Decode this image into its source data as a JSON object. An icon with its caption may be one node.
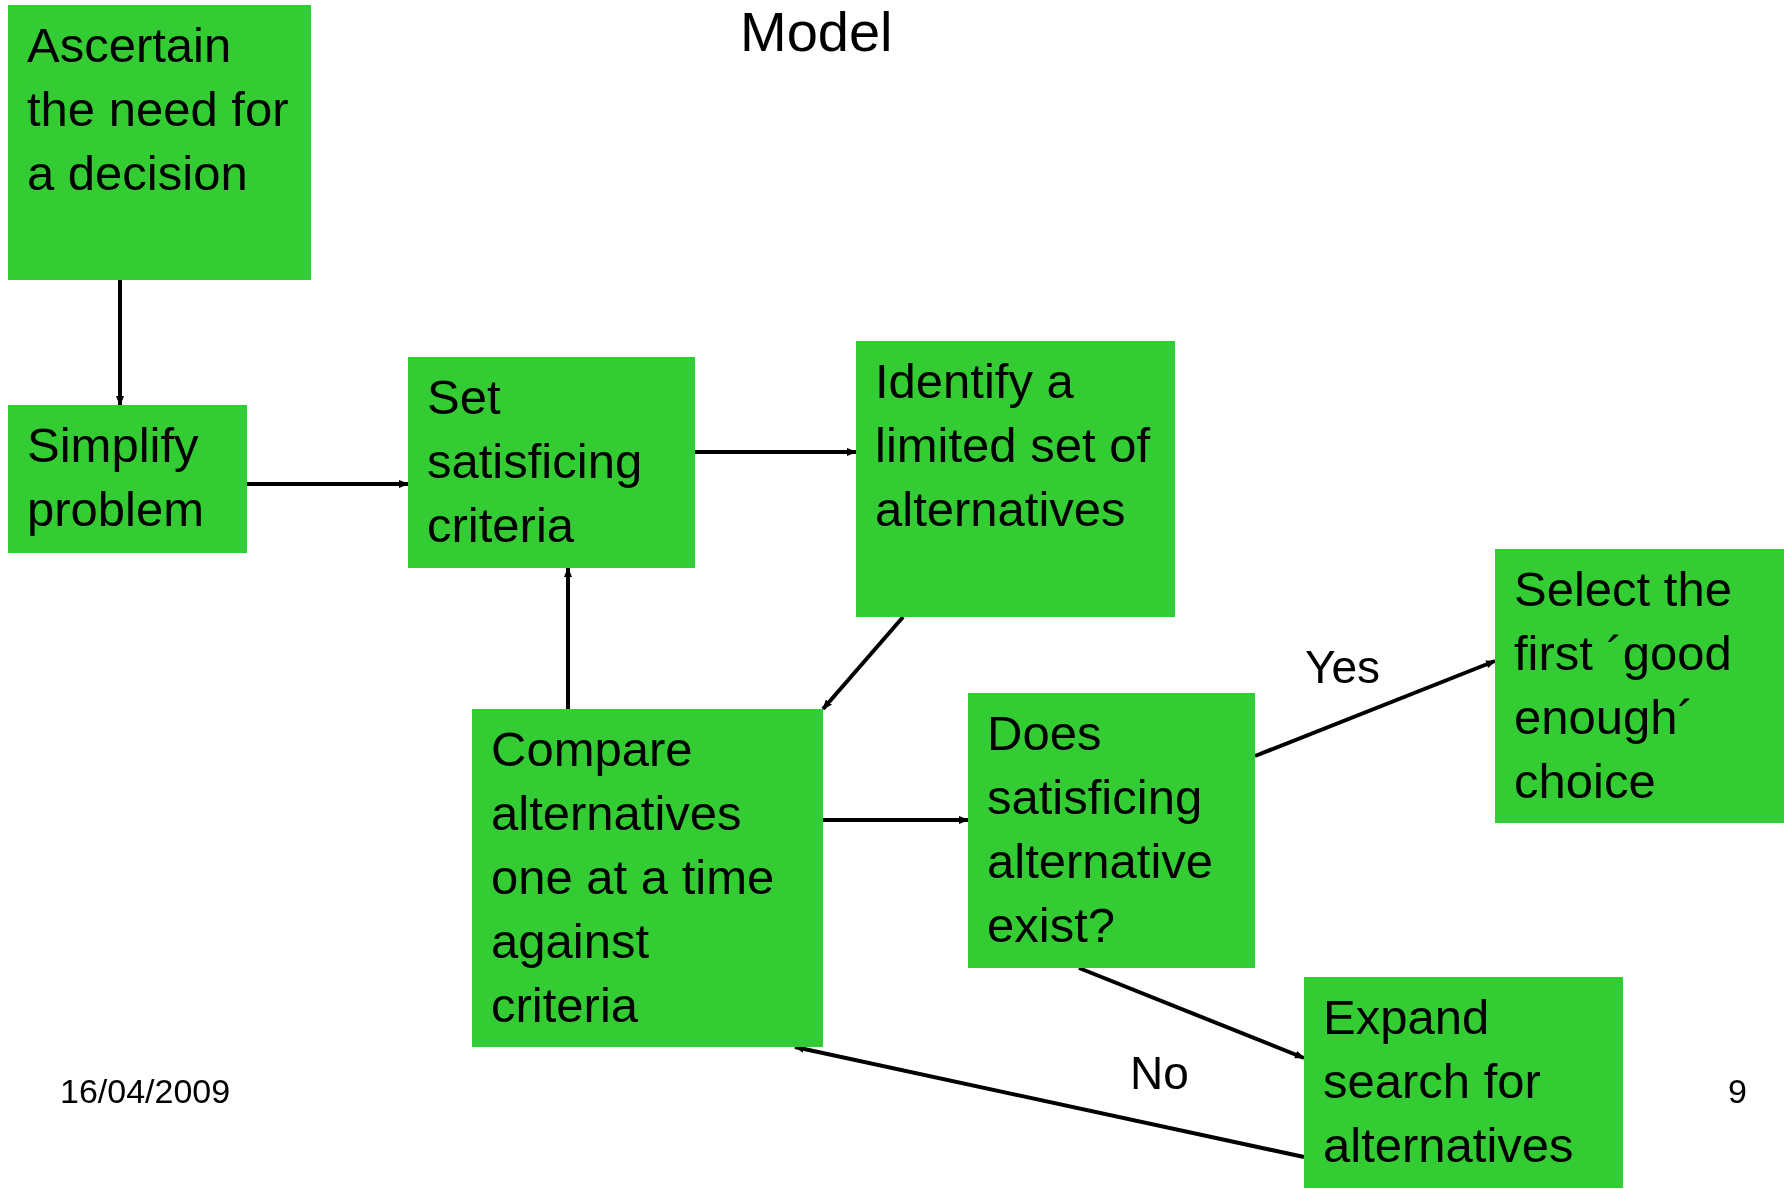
{
  "diagram": {
    "title": "Model",
    "nodes": [
      {
        "text": [
          "Ascertain the need for a decision"
        ]
      },
      {
        "text": [
          "Simplify problem"
        ]
      },
      {
        "text": [
          "Set satisficing criteria"
        ]
      },
      {
        "text": [
          "Identify a limited set of alternatives"
        ]
      },
      {
        "text": [
          "Compare alternatives one at a time against criteria"
        ]
      },
      {
        "text": [
          "Does satisficing alternative exist?"
        ]
      },
      {
        "text": [
          "Select the first ´good enough´ choice"
        ]
      },
      {
        "text": [
          "Expand search for alternatives"
        ]
      }
    ],
    "edges": [
      {
        "from": 0,
        "to": 1,
        "arrow": "to"
      },
      {
        "from": 1,
        "to": 2,
        "arrow": "to"
      },
      {
        "from": 2,
        "to": 3,
        "arrow": "to"
      },
      {
        "from": 3,
        "to": 4,
        "arrow": "to"
      },
      {
        "from": 4,
        "to": 2,
        "arrow": "to"
      },
      {
        "from": 4,
        "to": 5,
        "arrow": "to"
      },
      {
        "from": 5,
        "to": 6,
        "arrow": "to",
        "label": "Yes"
      },
      {
        "from": 5,
        "to": 7,
        "arrow": "to",
        "label": "No"
      },
      {
        "from": 7,
        "to": 4,
        "arrow": "to"
      }
    ],
    "labels": [
      "16/04/2009",
      "9"
    ]
  }
}
